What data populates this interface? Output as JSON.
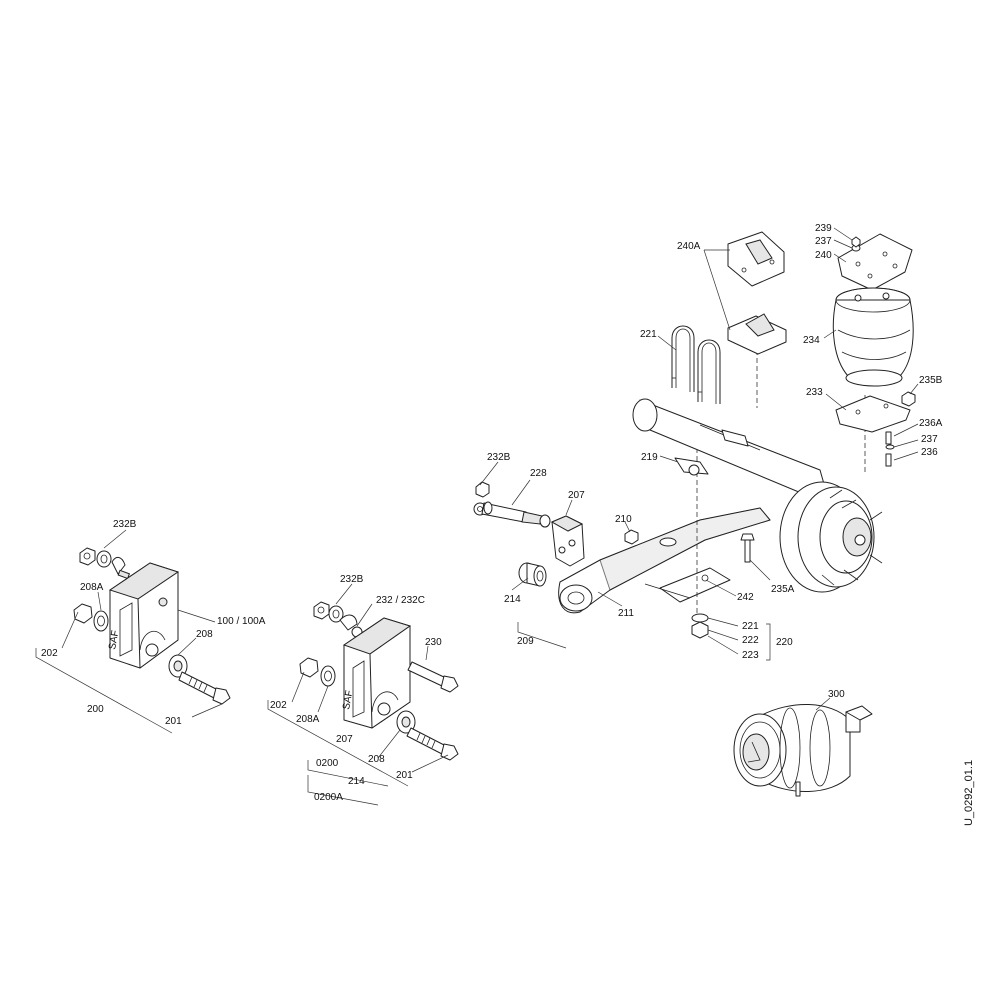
{
  "drawing_code": "U_0292_01.1",
  "labels": {
    "l_232b_left": "232B",
    "l_208a_left": "208A",
    "l_100": "100 / 100A",
    "l_202_left": "202",
    "l_208_left": "208",
    "l_200": "200",
    "l_201_left": "201",
    "l_232b_mid": "232B",
    "l_232_232c": "232 / 232C",
    "l_230": "230",
    "l_202_mid": "202",
    "l_208a_mid": "208A",
    "l_207_mid": "207",
    "l_208_mid": "208",
    "l_0200": "0200",
    "l_201_mid": "201",
    "l_214_mid": "214",
    "l_0200a": "0200A",
    "l_232b_right": "232B",
    "l_228": "228",
    "l_207_right": "207",
    "l_210": "210",
    "l_214_right": "214",
    "l_209": "209",
    "l_211": "211",
    "l_219": "219",
    "l_221_top": "221",
    "l_240a": "240A",
    "l_239": "239",
    "l_237_top": "237",
    "l_240": "240",
    "l_234": "234",
    "l_233": "233",
    "l_235b": "235B",
    "l_236a": "236A",
    "l_237_mid": "237",
    "l_236": "236",
    "l_235a": "235A",
    "l_242": "242",
    "l_221_bot": "221",
    "l_222": "222",
    "l_223": "223",
    "l_220": "220",
    "l_300": "300"
  }
}
